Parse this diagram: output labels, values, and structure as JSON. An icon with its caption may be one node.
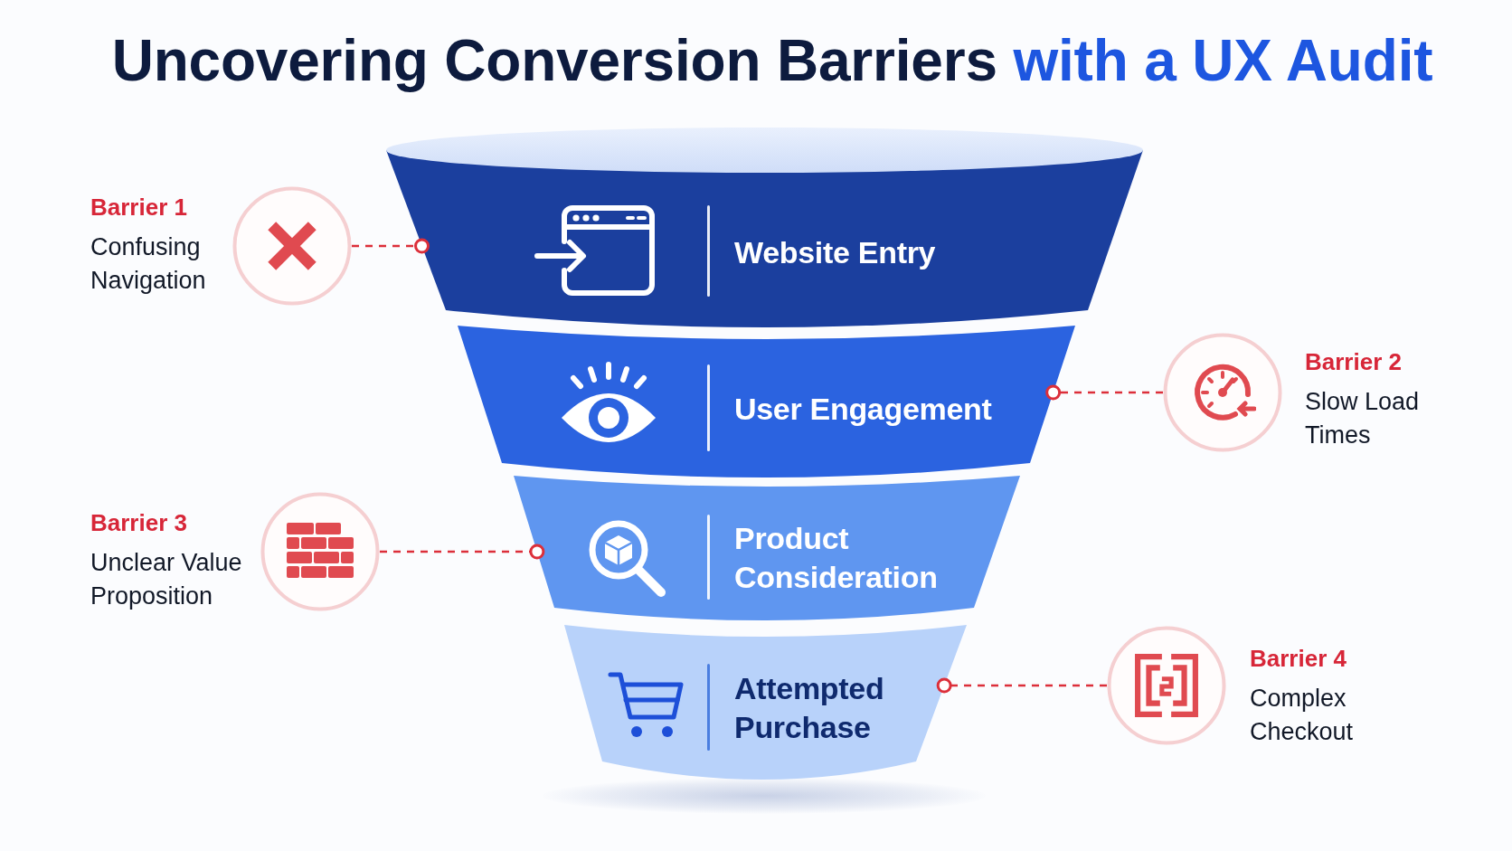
{
  "diagram": {
    "title": "Uncovering Conversion Barriers **with a UX Audit**",
    "nodes": [
      {
        "text": [
          "Barrier 1",
          "Confusing Navigation"
        ]
      },
      {
        "text": [
          "Website Entry"
        ]
      },
      {
        "text": [
          "User Engagement"
        ]
      },
      {
        "text": [
          "Barrier 2",
          "Slow Load Times"
        ]
      },
      {
        "text": [
          "Barrier 3",
          "Unclear Value Proposition"
        ]
      },
      {
        "text": [
          "Product Consideration"
        ]
      },
      {
        "text": [
          "Attempted Purchase"
        ]
      },
      {
        "text": [
          "Barrier 4",
          "Complex Checkout"
        ]
      }
    ],
    "edges": [
      {
        "from": 0,
        "to": 1,
        "arrow": "other",
        "style": "dashed"
      },
      {
        "from": 3,
        "to": 2,
        "arrow": "other",
        "style": "dashed"
      },
      {
        "from": 4,
        "to": 5,
        "arrow": "other",
        "style": "dashed"
      },
      {
        "from": 7,
        "to": 6,
        "arrow": "other",
        "style": "dashed"
      }
    ]
  }
}
